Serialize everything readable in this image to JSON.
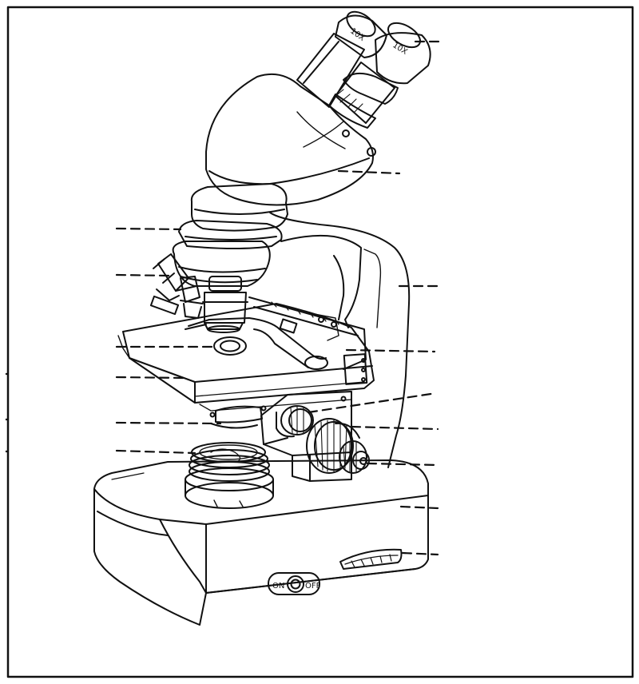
{
  "eyepiece_left": {
    "label": "10X"
  },
  "eyepiece_right": {
    "label": "10X"
  },
  "base_switch": {
    "on_label": "ON",
    "off_label": "OFF"
  },
  "leader_lines": {
    "left_count": 6,
    "right_count": 9
  }
}
